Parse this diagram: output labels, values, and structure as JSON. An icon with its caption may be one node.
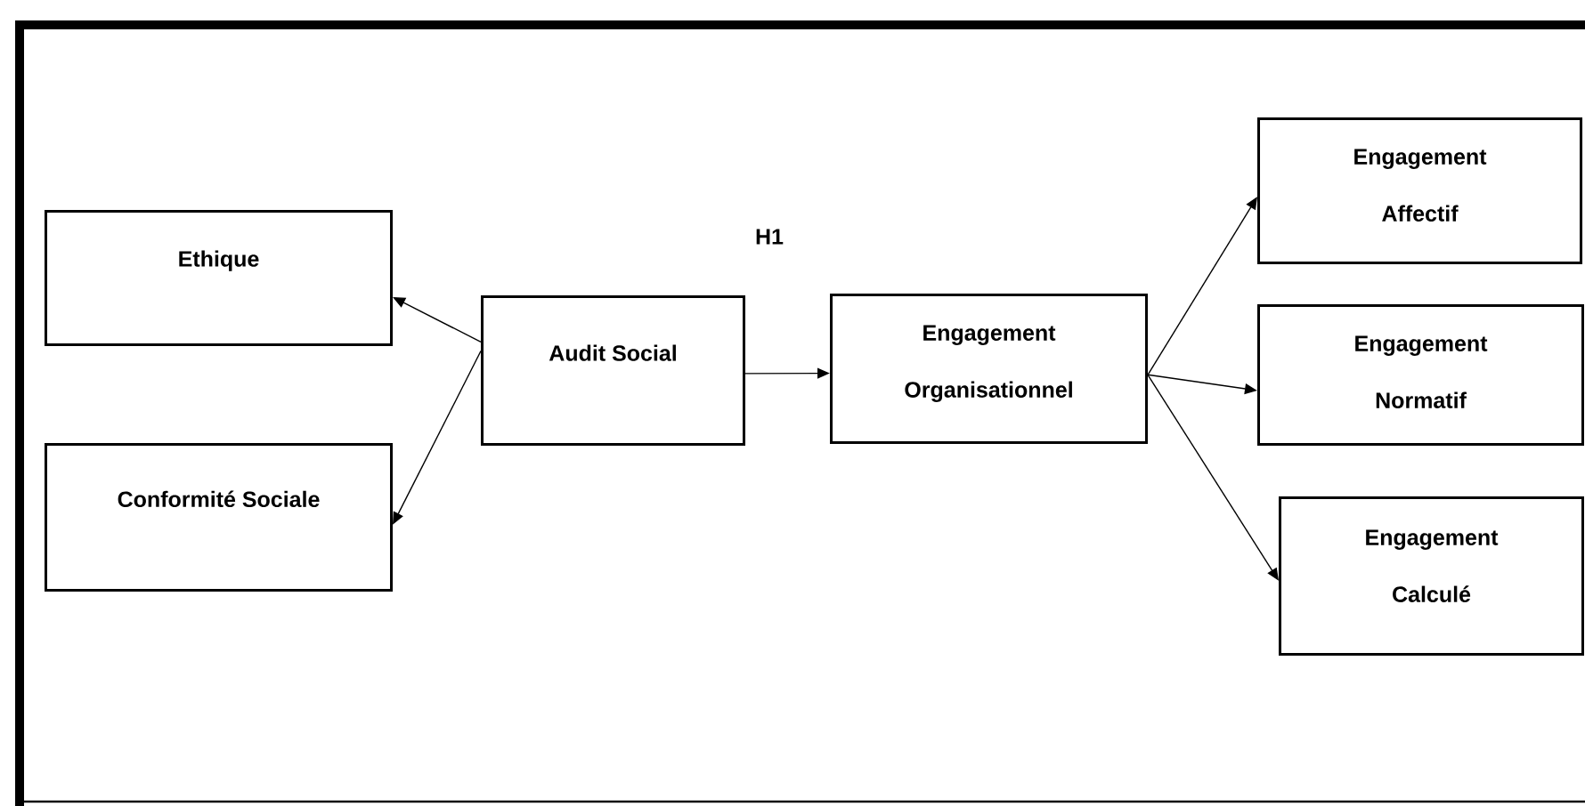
{
  "diagram": {
    "nodes": [
      {
        "text": [
          "Ethique"
        ]
      },
      {
        "text": [
          "Conformité Sociale"
        ]
      },
      {
        "text": [
          "Audit Social"
        ]
      },
      {
        "text": [
          "Engagement Organisationnel"
        ]
      },
      {
        "text": [
          "Engagement Affectif"
        ]
      },
      {
        "text": [
          "Engagement Normatif"
        ]
      },
      {
        "text": [
          "Engagement Calculé"
        ]
      }
    ],
    "edges": [
      {
        "from": 2,
        "to": 0,
        "arrow": "to"
      },
      {
        "from": 2,
        "to": 1,
        "arrow": "to"
      },
      {
        "from": 2,
        "to": 3,
        "arrow": "to"
      },
      {
        "from": 3,
        "to": 4,
        "arrow": "to"
      },
      {
        "from": 3,
        "to": 5,
        "arrow": "to"
      },
      {
        "from": 3,
        "to": 6,
        "arrow": "to"
      }
    ],
    "labels": [
      "H1"
    ]
  }
}
